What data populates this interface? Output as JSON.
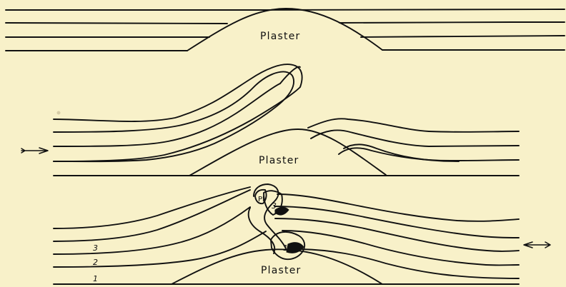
{
  "diagram": {
    "panel_top": {
      "plaster_label": "Plaster"
    },
    "panel_middle": {
      "plaster_label": "Plaster"
    },
    "panel_bottom": {
      "plaster_label": "Plaster",
      "layer_labels": [
        "3",
        "2",
        "1"
      ],
      "block_labels": [
        "Pl",
        "3",
        "1"
      ]
    }
  },
  "colors": {
    "paper": "#f8f1c9",
    "ink": "#111111"
  }
}
